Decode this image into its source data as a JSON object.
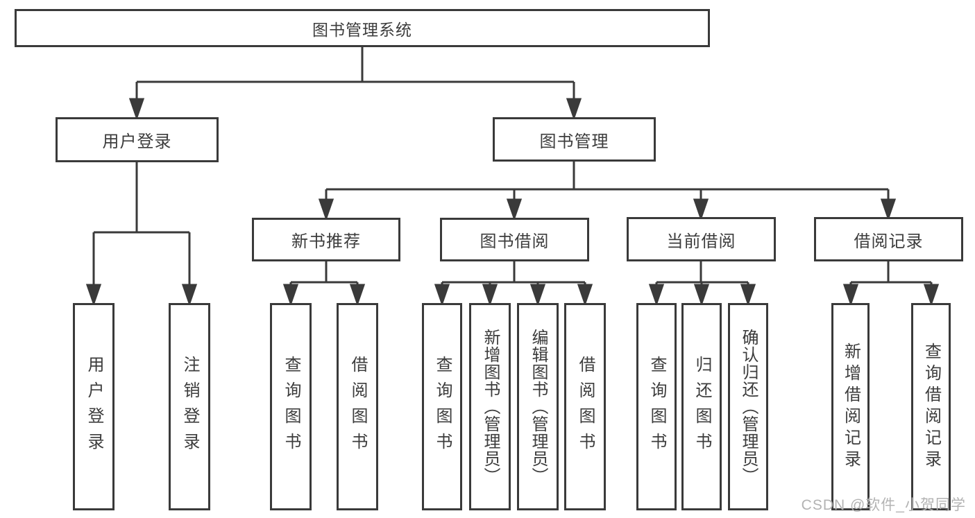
{
  "tree": {
    "root": {
      "label": "图书管理系统"
    },
    "branches": [
      {
        "label": "用户登录",
        "children": [
          {
            "label": "用户登录"
          },
          {
            "label": "注销登录"
          }
        ]
      },
      {
        "label": "图书管理",
        "groups": [
          {
            "label": "新书推荐",
            "children": [
              {
                "label": "查询图书"
              },
              {
                "label": "借阅图书"
              }
            ]
          },
          {
            "label": "图书借阅",
            "children": [
              {
                "label": "查询图书"
              },
              {
                "label": "新增图书（管理员）"
              },
              {
                "label": "编辑图书（管理员）"
              },
              {
                "label": "借阅图书"
              }
            ]
          },
          {
            "label": "当前借阅",
            "children": [
              {
                "label": "查询图书"
              },
              {
                "label": "归还图书"
              },
              {
                "label": "确认归还（管理员）"
              }
            ]
          },
          {
            "label": "借阅记录",
            "children": [
              {
                "label": "新增借阅记录"
              },
              {
                "label": "查询借阅记录"
              }
            ]
          }
        ]
      }
    ]
  },
  "watermark": {
    "text": "CSDN @软件_小贺同学"
  },
  "colors": {
    "line": "#3a3a3a",
    "box_background": "#ffffff",
    "text": "#3c3c3c",
    "watermark": "#b3b3b3"
  }
}
